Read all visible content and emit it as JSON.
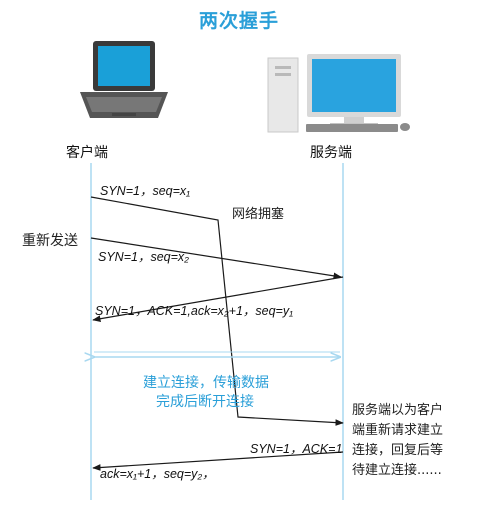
{
  "title": "两次握手",
  "client_label": "客户端",
  "server_label": "服务端",
  "retransmit_label": "重新发送",
  "congestion_label": "网络拥塞",
  "messages": {
    "m1": "SYN=1，seq=x₁",
    "m2": "SYN=1，seq=x₂",
    "m3": "SYN=1，ACK=1,ack=x₂+1，seq=y₁",
    "m4": "SYN=1，ACK=1",
    "m5": "ack=x₁+1，seq=y₂，"
  },
  "connection_text": [
    "建立连接，传输数据",
    "完成后断开连接"
  ],
  "server_note": [
    "服务端以为客户",
    "端重新请求建立",
    "连接，回复后等",
    "待建立连接......"
  ],
  "colors": {
    "title": "#2a9fd8",
    "line": "#1a1a1a",
    "timeline": "#a8d8f0",
    "bracket": "#a8d8f0"
  },
  "icons": {
    "client": "laptop-icon",
    "server": "desktop-computer-icon"
  }
}
